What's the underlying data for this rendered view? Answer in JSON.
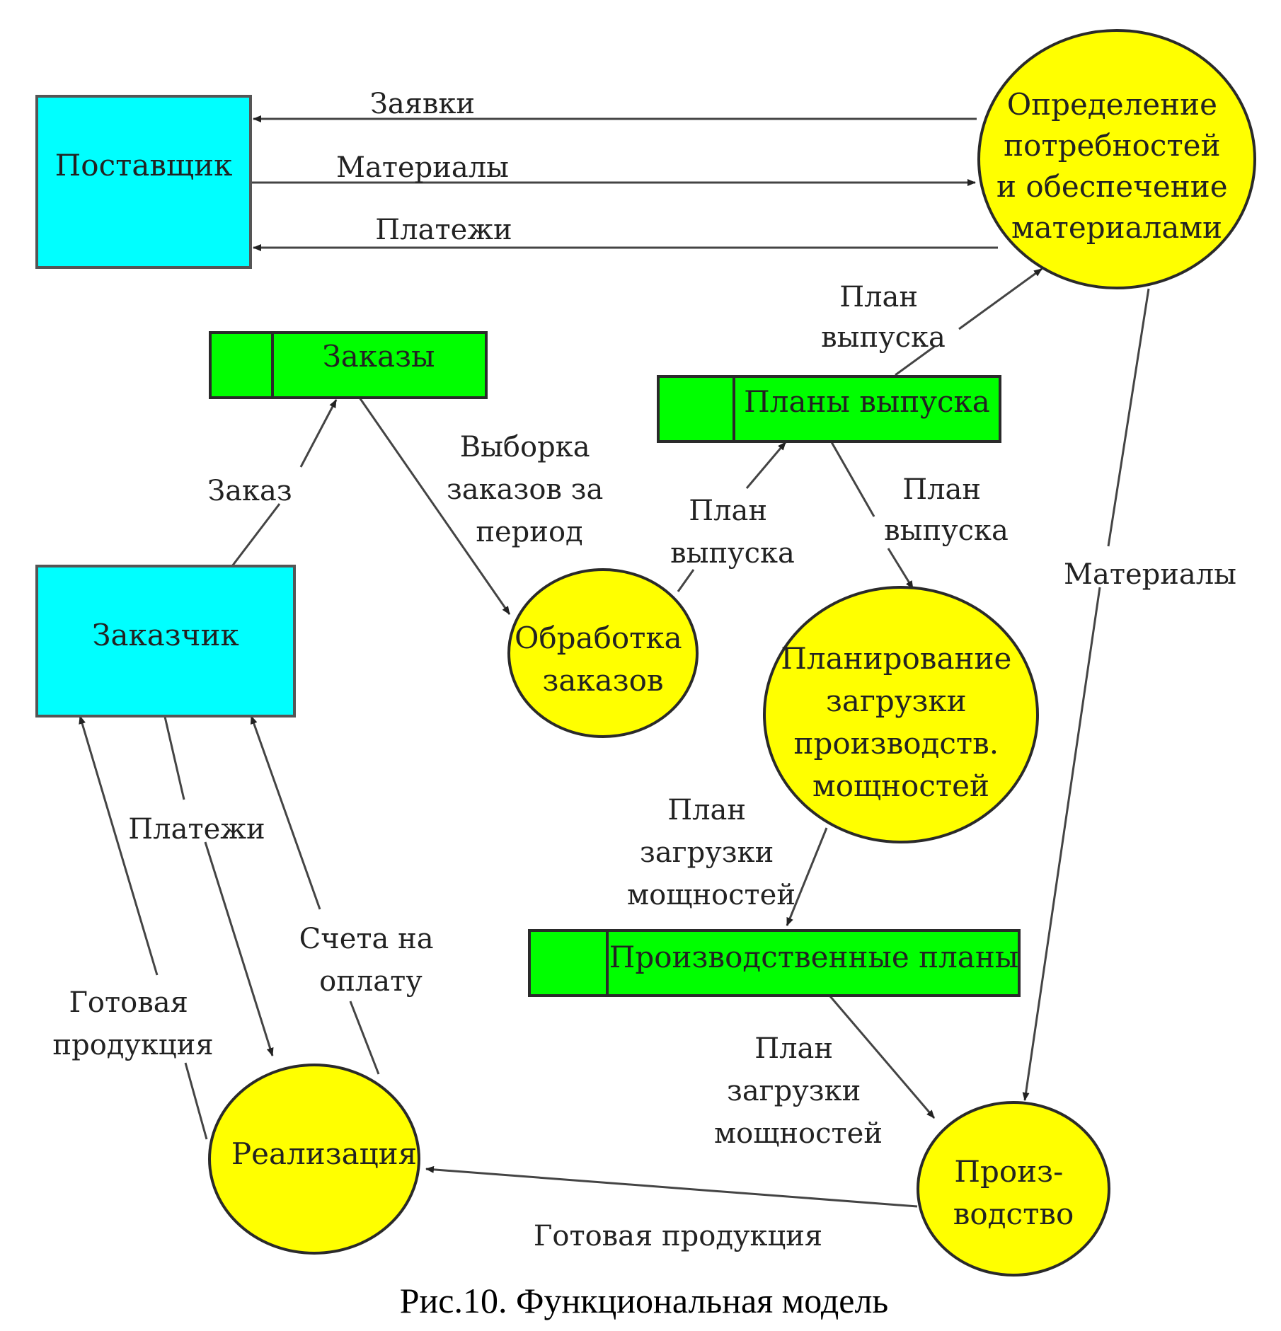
{
  "nodes": {
    "supplier": "Поставщик",
    "customer": "Заказчик",
    "orders_store": "Заказы",
    "output_plans_store": "Планы выпуска",
    "production_plans_store": "Производственные планы",
    "needs_process": [
      "Определение",
      "потребностей",
      "и обеспечение",
      "материалами"
    ],
    "order_processing": [
      "Обработка",
      "заказов"
    ],
    "capacity_planning": [
      "Планирование",
      "загрузки",
      "производств.",
      "мощностей"
    ],
    "sales": "Реализация",
    "production": [
      "Произ-",
      "водство"
    ]
  },
  "flows": {
    "requests": "Заявки",
    "materials_top": "Материалы",
    "payments_top": "Платежи",
    "plan_output_1": [
      "План",
      "выпуска"
    ],
    "order": "Заказ",
    "order_selection": [
      "Выборка",
      "заказов за",
      "период"
    ],
    "plan_output_2": [
      "План",
      "выпуска"
    ],
    "plan_output_3": [
      "План",
      "выпуска"
    ],
    "materials_right": "Материалы",
    "payments_left": "Платежи",
    "invoices": [
      "Счета на",
      "оплату"
    ],
    "finished_left": [
      "Готовая",
      "продукция"
    ],
    "capacity_plan_1": [
      "План",
      "загрузки",
      "мощностей"
    ],
    "capacity_plan_2": [
      "План",
      "загрузки",
      "мощностей"
    ],
    "finished_bottom": "Готовая продукция"
  },
  "caption": "Рис.10. Функциональная модель",
  "colors": {
    "external_entity": "#00ffff",
    "data_store": "#00ff00",
    "process": "#ffff00"
  }
}
